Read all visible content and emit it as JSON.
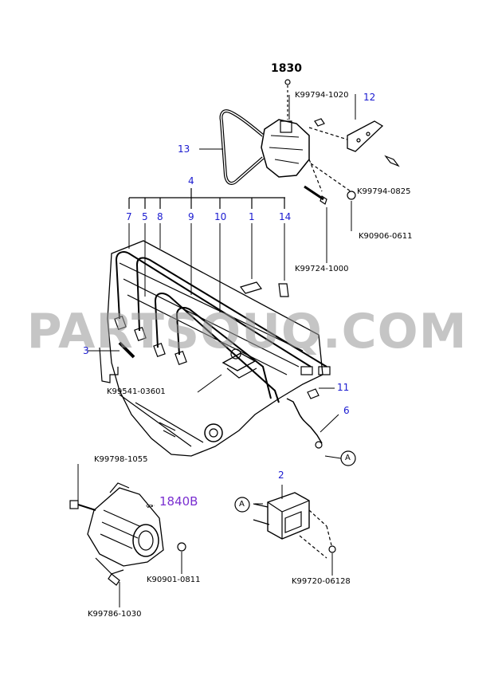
{
  "group_codes": {
    "top": "1830",
    "starter": "1840B"
  },
  "part_numbers": {
    "k99794_1020": "K99794-1020",
    "k99794_0825": "K99794-0825",
    "k90906_0611": "K90906-0611",
    "k99724_1000": "K99724-1000",
    "k99541_03601": "K99541-03601",
    "k99798_1055": "K99798-1055",
    "k90901_0811": "K90901-0811",
    "k99786_1030": "K99786-1030",
    "k99720_06128": "K99720-06128"
  },
  "callouts": {
    "c12": "12",
    "c13": "13",
    "c4": "4",
    "c7": "7",
    "c5": "5",
    "c8": "8",
    "c9": "9",
    "c10": "10",
    "c1": "1",
    "c14": "14",
    "c3": "3",
    "c11": "11",
    "c6": "6",
    "c2": "2"
  },
  "connectors": {
    "a1": "A",
    "a2": "A"
  },
  "watermark": "PARTSOUQ.COM",
  "colors": {
    "callout": "#1a1ad0",
    "group_link": "#7a2fd0",
    "line": "#000000",
    "watermark": "#969696"
  }
}
